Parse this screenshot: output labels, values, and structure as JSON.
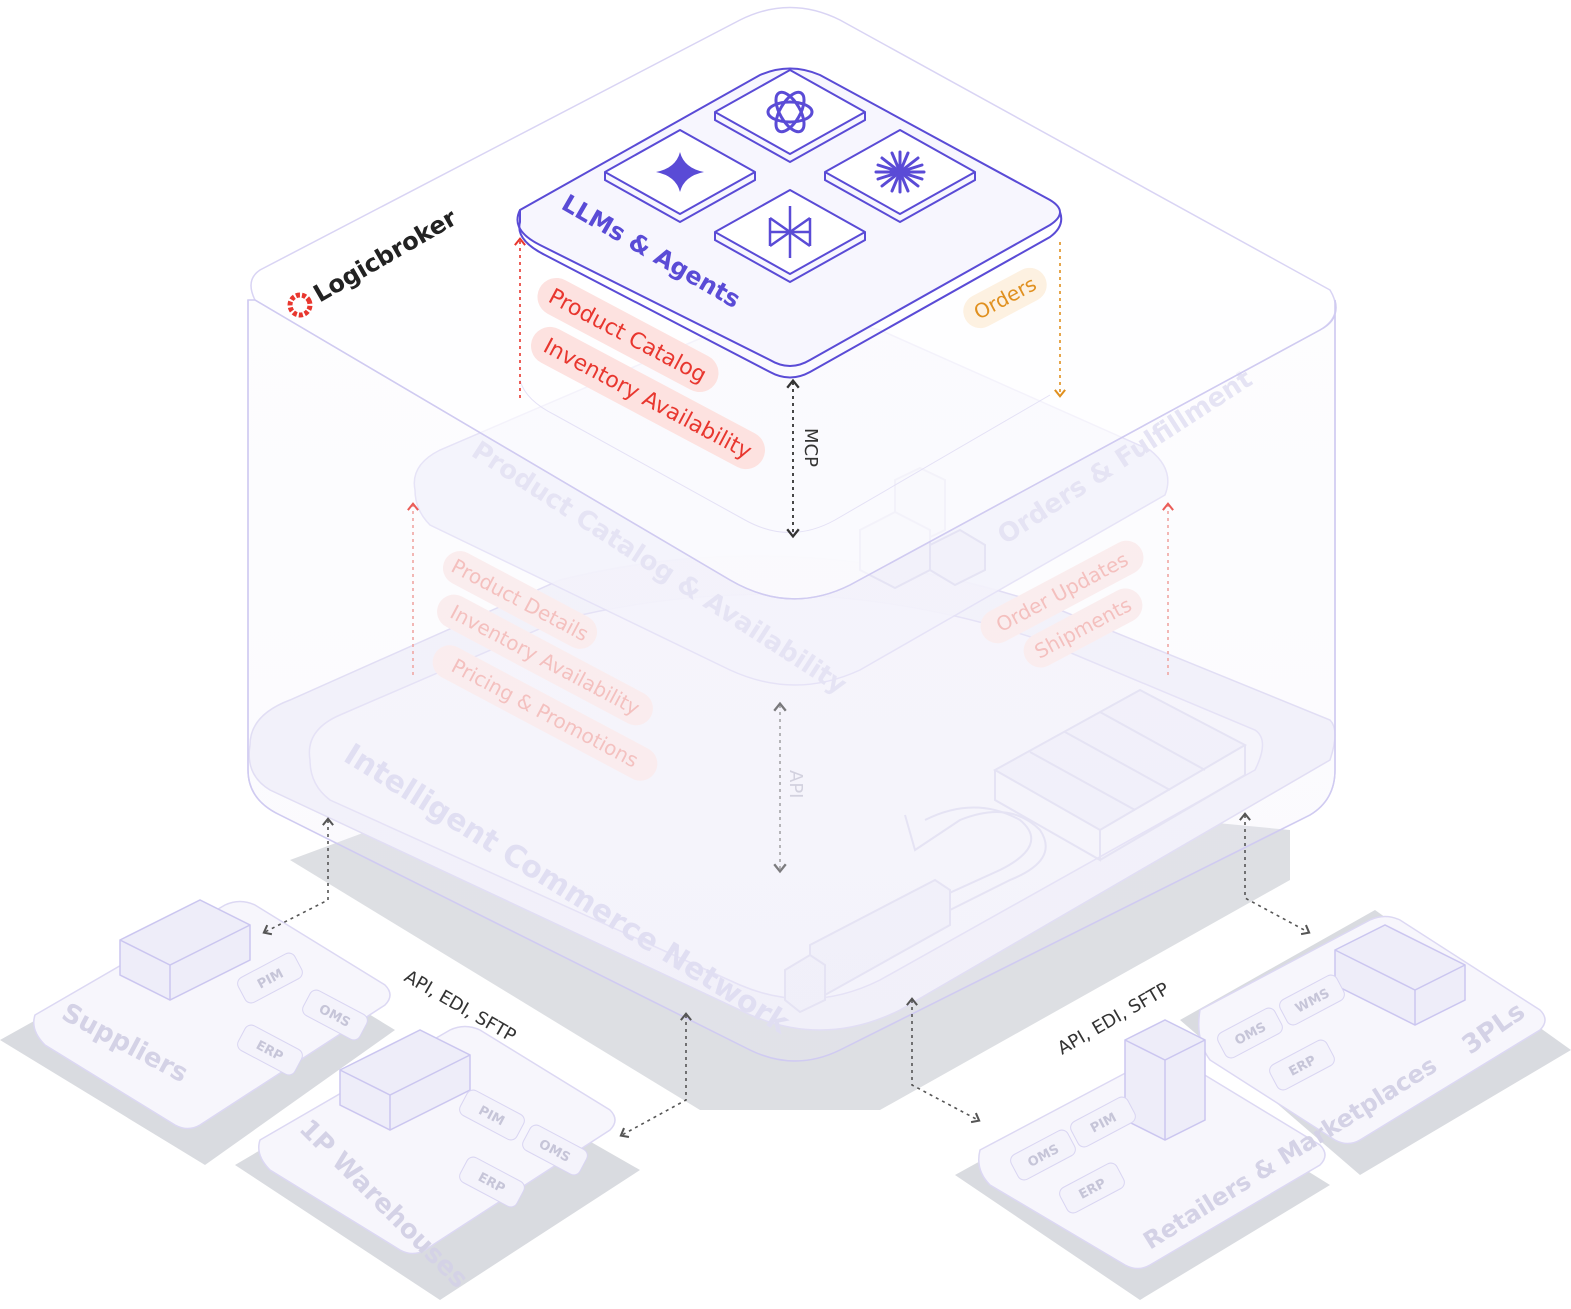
{
  "brand": {
    "name": "Logicbroker"
  },
  "top_layer": {
    "title": "LLMs & Agents",
    "icons": [
      "openai-icon",
      "gemini-star-icon",
      "claude-burst-icon",
      "perplexity-icon"
    ],
    "inbound_tags": [
      "Product Catalog",
      "Inventory Availability"
    ],
    "outbound_tags": [
      "Orders"
    ],
    "protocol": "MCP"
  },
  "middle_layer": {
    "left_title": "Product Catalog & Availability",
    "right_title": "Orders & Fulfillment",
    "left_tags": [
      "Product Details",
      "Inventory Availability",
      "Pricing & Promotions"
    ],
    "right_tags": [
      "Order Updates",
      "Shipments"
    ],
    "protocol": "API"
  },
  "network": {
    "title": "Intelligent Commerce Network"
  },
  "connections": {
    "left": "API, EDI, SFTP",
    "right": "API, EDI, SFTP"
  },
  "partners": [
    {
      "name": "Suppliers",
      "systems": [
        "PIM",
        "OMS",
        "ERP"
      ]
    },
    {
      "name": "1P Warehouses",
      "systems": [
        "PIM",
        "OMS",
        "ERP"
      ]
    },
    {
      "name": "3PLs",
      "systems": [
        "OMS",
        "WMS",
        "ERP"
      ]
    },
    {
      "name": "Retailers & Marketplaces",
      "systems": [
        "OMS",
        "PIM",
        "ERP"
      ]
    }
  ],
  "colors": {
    "purple": "#5a4bd6",
    "purple_light": "#cfc9f5",
    "red": "#e8362e",
    "red_faint": "#f5b3ae",
    "orange": "#e0901f",
    "gray_text": "#c6c5d8"
  }
}
